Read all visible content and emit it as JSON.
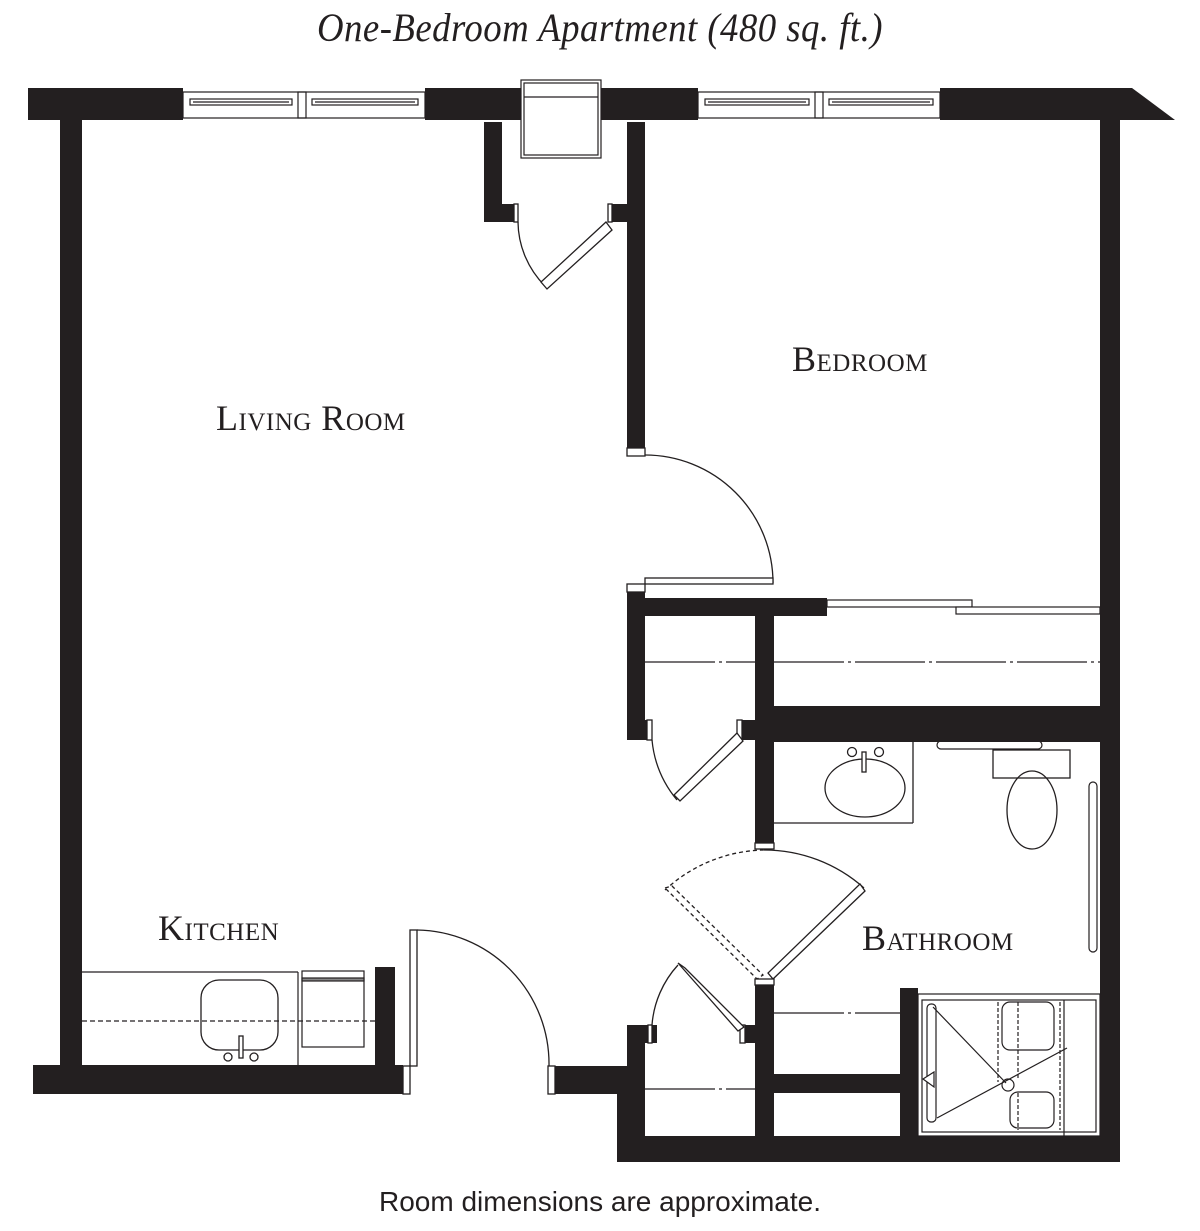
{
  "title": "One-Bedroom Apartment (480 sq. ft.)",
  "footnote": "Room dimensions are approximate.",
  "colors": {
    "wall": "#231f20",
    "line": "#231f20",
    "background": "#ffffff"
  },
  "rooms": [
    {
      "id": "living-room",
      "label": "Living Room"
    },
    {
      "id": "bedroom",
      "label": "Bedroom"
    },
    {
      "id": "kitchen",
      "label": "Kitchen"
    },
    {
      "id": "bathroom",
      "label": "Bathroom"
    }
  ],
  "fixtures": [
    {
      "name": "kitchen-sink",
      "room": "Kitchen"
    },
    {
      "name": "range",
      "room": "Kitchen"
    },
    {
      "name": "bathroom-sink",
      "room": "Bathroom"
    },
    {
      "name": "toilet",
      "room": "Bathroom"
    },
    {
      "name": "shower",
      "room": "Bathroom"
    },
    {
      "name": "grab-bar",
      "room": "Bathroom"
    },
    {
      "name": "wall-ac-unit",
      "room": "Living Room"
    },
    {
      "name": "bedroom-closet-sliding-doors",
      "room": "Bedroom"
    }
  ],
  "openings": [
    {
      "name": "window-living-room",
      "count_panes": 2
    },
    {
      "name": "window-bedroom",
      "count_panes": 2
    },
    {
      "name": "entry-door"
    },
    {
      "name": "bedroom-door"
    },
    {
      "name": "bathroom-door"
    },
    {
      "name": "closet-door-top"
    },
    {
      "name": "closet-door-middle"
    },
    {
      "name": "closet-door-bottom"
    }
  ]
}
